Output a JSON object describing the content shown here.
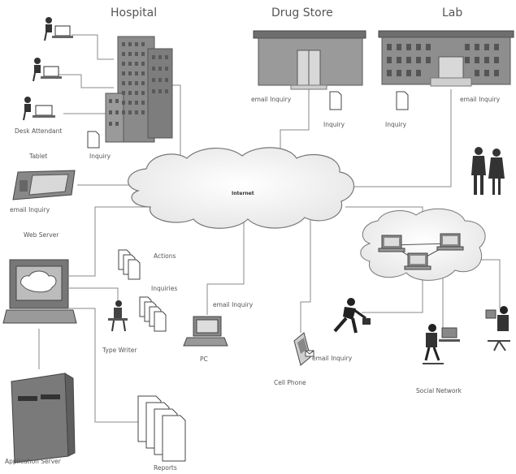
{
  "labels": {
    "hospital": "Hospital",
    "drug_store": "Drug Store",
    "lab": "Lab",
    "internet": "Internet",
    "desk_attendant": "Desk Attendant",
    "tablet": "Tablet",
    "web_server": "Web Server",
    "application_server": "Application Server",
    "type_writer": "Type Writer",
    "pc": "PC",
    "cell_phone": "Cell Phone",
    "social_network": "Social Network",
    "actions": "Actions",
    "inquiries": "Inquiries",
    "reports": "Reports",
    "inquiry": "Inquiry",
    "email_inquiry": "email Inquiry"
  }
}
